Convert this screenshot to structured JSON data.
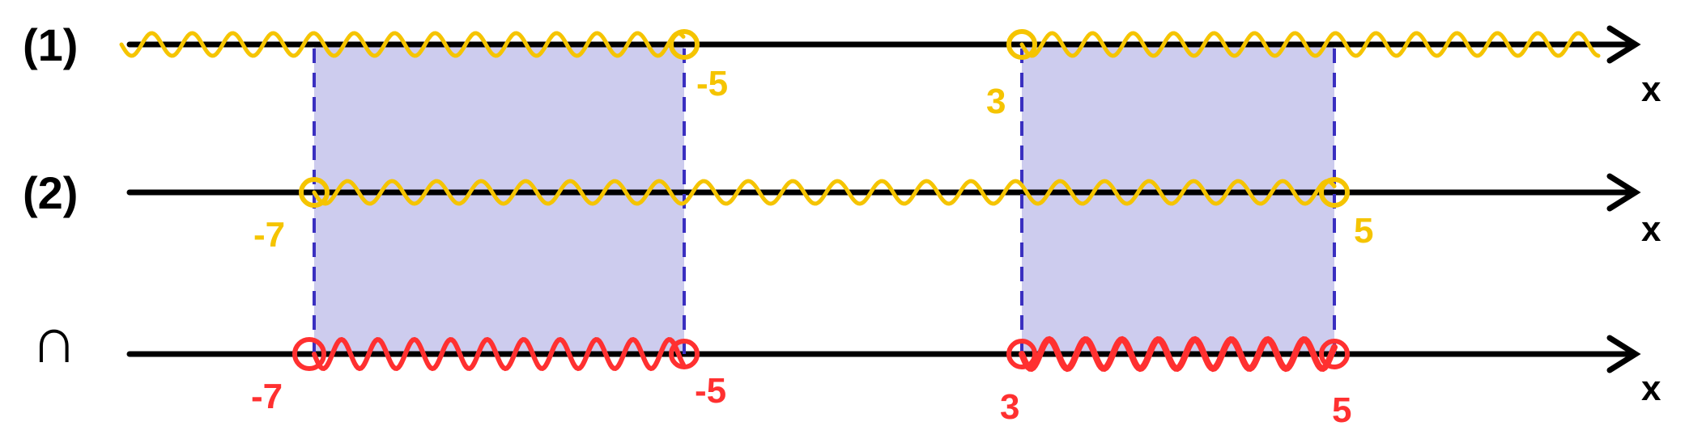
{
  "rows": [
    {
      "label": "(1)",
      "axis": "x"
    },
    {
      "label": "(2)",
      "axis": "x"
    },
    {
      "label": "∩",
      "axis": "x"
    }
  ],
  "row1_points": {
    "a": "-5",
    "b": "3"
  },
  "row2_points": {
    "a": "-7",
    "b": "5"
  },
  "row3_points": {
    "a": "-7",
    "b": "-5",
    "c": "3",
    "d": "5"
  },
  "colors": {
    "yellow": "#F5C400",
    "red": "#FF3030",
    "blue": "#3A2FC0",
    "shade": "#CDCCEE",
    "axis": "#000000"
  }
}
